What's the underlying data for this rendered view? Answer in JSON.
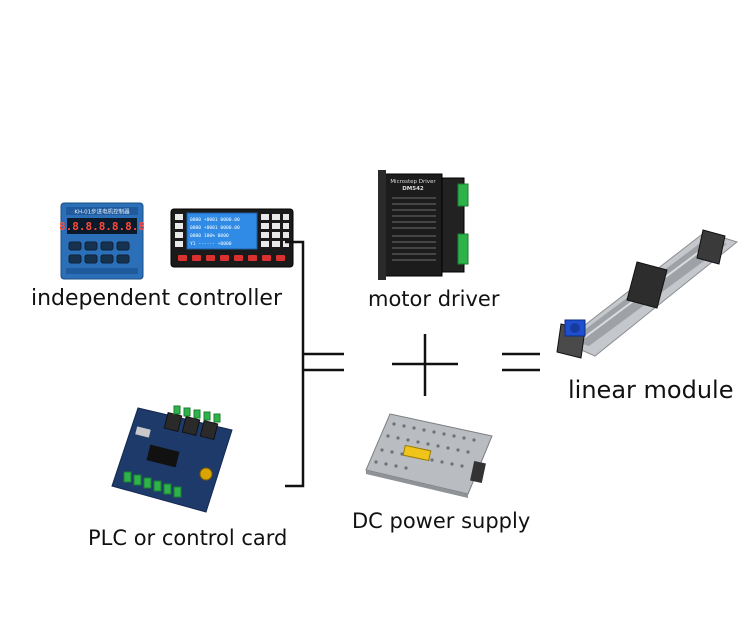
{
  "labels": {
    "independent_controller": "independent controller",
    "plc": "PLC or control card",
    "motor_driver": "motor driver",
    "power_supply": "DC power supply",
    "linear_module": "linear module"
  },
  "devices": {
    "controller_a_title": "KH-01步进电机控制器",
    "controller_a_display": "8.8.8.8.8.8.8",
    "controller_b_lines": [
      "0000 +0001 0000.00",
      "0000 +0001 0000.00",
      "0000 100% 0000",
      "Y1 ------ +0000"
    ],
    "driver_title": "Microstep Driver",
    "driver_model": "DM542"
  },
  "colors": {
    "ink": "#111111",
    "controller_blue": "#2a6fb8",
    "lcd_blue": "#2f8be6",
    "pcb_blue": "#1e3a6b",
    "terminal_green": "#2db34a",
    "metal": "#b9bcc0"
  }
}
